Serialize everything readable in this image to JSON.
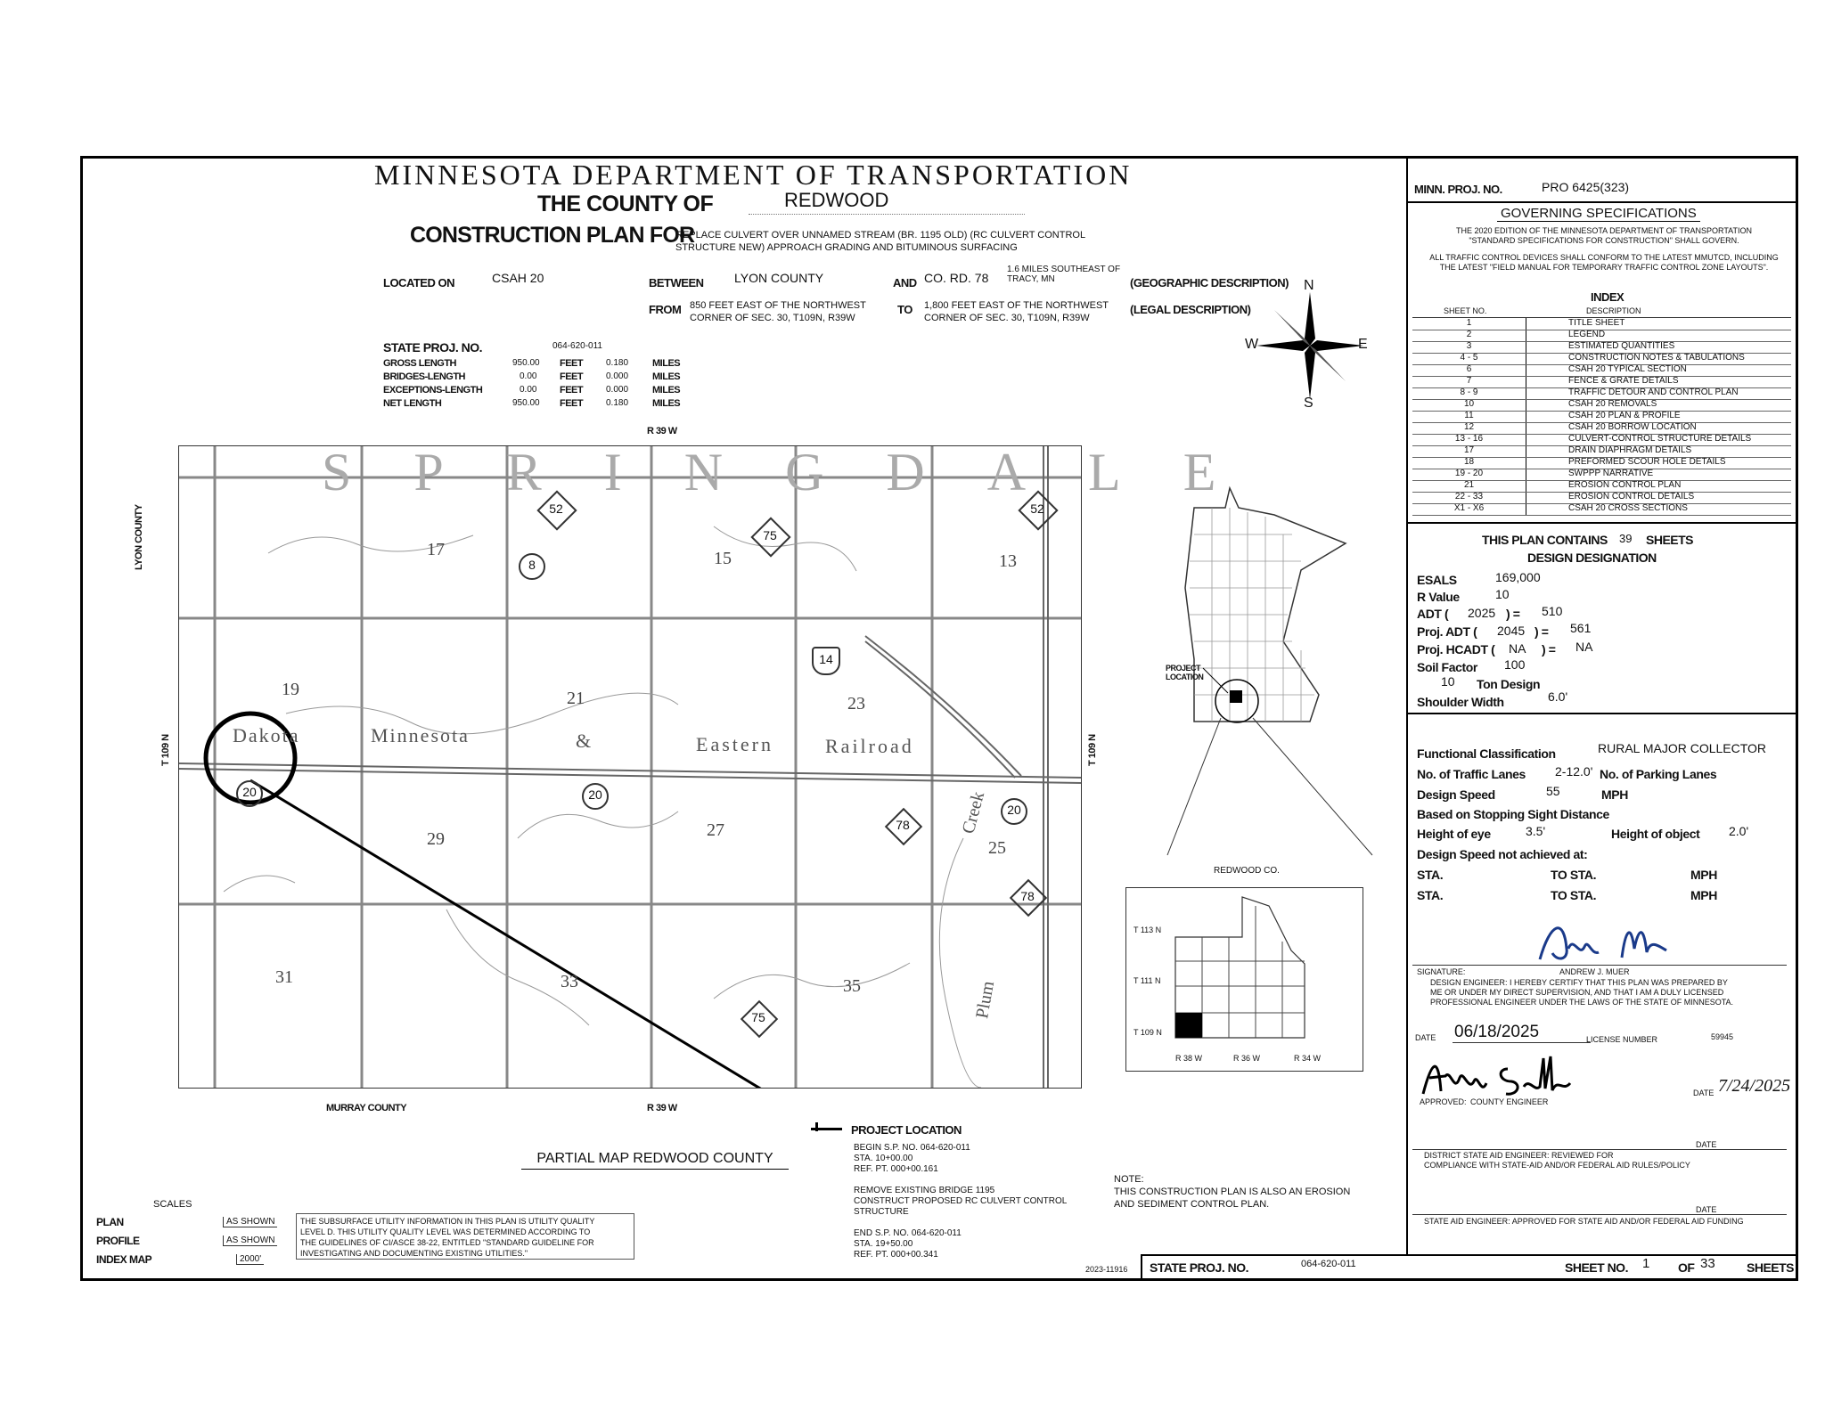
{
  "header": {
    "agency": "MINNESOTA DEPARTMENT OF TRANSPORTATION",
    "county_label": "THE COUNTY OF",
    "county": "REDWOOD",
    "plan_for_label": "CONSTRUCTION PLAN FOR",
    "plan_desc_1": "REPLACE CULVERT OVER UNNAMED STREAM (BR. 1195 OLD) (RC CULVERT CONTROL",
    "plan_desc_2": "STRUCTURE NEW) APPROACH GRADING AND BITUMINOUS SURFACING",
    "located_on_label": "LOCATED ON",
    "located_on": "CSAH 20",
    "between_label": "BETWEEN",
    "between": "LYON COUNTY",
    "and_label": "AND",
    "and_val": "CO. RD. 78",
    "geo_desc": "1.6 MILES SOUTHEAST OF TRACY, MN",
    "geo_label": "(GEOGRAPHIC DESCRIPTION)",
    "from_label": "FROM",
    "from_1": "850 FEET EAST OF THE NORTHWEST",
    "from_2": "CORNER OF SEC. 30, T109N, R39W",
    "to_label": "TO",
    "to_1": "1,800 FEET EAST OF THE NORTHWEST",
    "to_2": "CORNER OF SEC. 30, T109N, R39W",
    "legal_label": "(LEGAL DESCRIPTION)",
    "state_proj_label": "STATE PROJ. NO.",
    "state_proj": "064-620-011",
    "lengths": [
      {
        "label": "GROSS LENGTH",
        "feet": "950.00",
        "miles": "0.180"
      },
      {
        "label": "BRIDGES-LENGTH",
        "feet": "0.00",
        "miles": "0.000"
      },
      {
        "label": "EXCEPTIONS-LENGTH",
        "feet": "0.00",
        "miles": "0.000"
      },
      {
        "label": "NET LENGTH",
        "feet": "950.00",
        "miles": "0.180"
      }
    ],
    "feet_unit": "FEET",
    "miles_unit": "MILES"
  },
  "compass": {
    "n": "N",
    "s": "S",
    "e": "E",
    "w": "W"
  },
  "map": {
    "range_top": "R 39 W",
    "range_bottom": "R 39 W",
    "county_left": "LYON COUNTY",
    "county_bottom": "MURRAY COUNTY",
    "twp_left": "T 109 N",
    "twp_right": "T 109 N",
    "township_name": "SPRINGDALE",
    "railroad_words": [
      "Dakota",
      "Minnesota",
      "&",
      "Eastern",
      "Railroad"
    ],
    "creek": "Creek",
    "plum": "Plum",
    "sections": [
      "17",
      "15",
      "13",
      "19",
      "21",
      "23",
      "29",
      "27",
      "25",
      "31",
      "33",
      "35"
    ],
    "routes": [
      "52",
      "75",
      "52",
      "8",
      "14",
      "20",
      "20",
      "20",
      "78",
      "78",
      "75"
    ],
    "caption": "PARTIAL MAP REDWOOD COUNTY",
    "inset_project_location": "PROJECT LOCATION",
    "inset_county": "REDWOOD CO.",
    "inset_twps": [
      "T 113 N",
      "T 111 N",
      "T 109 N"
    ],
    "inset_ranges": [
      "R 38 W",
      "R 36 W",
      "R 34 W"
    ]
  },
  "project_location": {
    "title": "PROJECT LOCATION",
    "begin_1": "BEGIN S.P. NO. 064-620-011",
    "begin_2": "STA. 10+00.00",
    "begin_3": "REF. PT. 000+00.161",
    "remove_1": "REMOVE EXISTING BRIDGE 1195",
    "remove_2": "CONSTRUCT PROPOSED RC CULVERT CONTROL",
    "remove_3": "STRUCTURE",
    "end_1": "END S.P. NO. 064-620-011",
    "end_2": "STA. 19+50.00",
    "end_3": "REF. PT. 000+00.341"
  },
  "note": {
    "title": "NOTE:",
    "line1": "THIS CONSTRUCTION PLAN IS ALSO AN EROSION",
    "line2": "AND SEDIMENT CONTROL PLAN."
  },
  "scales": {
    "title": "SCALES",
    "rows": [
      {
        "label": "PLAN",
        "value": "AS SHOWN"
      },
      {
        "label": "PROFILE",
        "value": "AS SHOWN"
      },
      {
        "label": "INDEX MAP",
        "value": "2000'"
      }
    ]
  },
  "utility_note": [
    "THE SUBSURFACE UTILITY INFORMATION IN THIS PLAN IS UTILITY QUALITY",
    "LEVEL D. THIS UTILITY QUALITY LEVEL WAS DETERMINED ACCORDING TO",
    "THE GUIDELINES OF CI/ASCE 38-22, ENTITLED \"STANDARD GUIDELINE FOR",
    "INVESTIGATING AND DOCUMENTING EXISTING UTILITIES.\""
  ],
  "drawing_no": "2023-11916",
  "footer": {
    "state_proj_label": "STATE PROJ. NO.",
    "state_proj": "064-620-011",
    "sheet_label": "SHEET NO.",
    "sheet": "1",
    "of_label": "OF",
    "of": "33",
    "sheets_label": "SHEETS"
  },
  "right": {
    "minn_proj_label": "MINN. PROJ. NO.",
    "minn_proj": "PRO 6425(323)",
    "gov_title": "GOVERNING SPECIFICATIONS",
    "gov_1": "THE 2020 EDITION OF THE MINNESOTA DEPARTMENT OF TRANSPORTATION",
    "gov_2": "\"STANDARD SPECIFICATIONS FOR CONSTRUCTION\" SHALL GOVERN.",
    "gov_3": "ALL TRAFFIC CONTROL DEVICES SHALL CONFORM TO THE LATEST MMUTCD, INCLUDING",
    "gov_4": "THE LATEST \"FIELD MANUAL FOR TEMPORARY TRAFFIC CONTROL ZONE LAYOUTS\".",
    "index_title": "INDEX",
    "index_sheet_hdr": "SHEET NO.",
    "index_desc_hdr": "DESCRIPTION",
    "index": [
      {
        "no": "1",
        "desc": "TITLE SHEET"
      },
      {
        "no": "2",
        "desc": "LEGEND"
      },
      {
        "no": "3",
        "desc": "ESTIMATED QUANTITIES"
      },
      {
        "no": "4 - 5",
        "desc": "CONSTRUCTION NOTES & TABULATIONS"
      },
      {
        "no": "6",
        "desc": "CSAH 20 TYPICAL SECTION"
      },
      {
        "no": "7",
        "desc": "FENCE & GRATE DETAILS"
      },
      {
        "no": "8 - 9",
        "desc": "TRAFFIC DETOUR AND CONTROL PLAN"
      },
      {
        "no": "10",
        "desc": "CSAH 20 REMOVALS"
      },
      {
        "no": "11",
        "desc": "CSAH 20 PLAN & PROFILE"
      },
      {
        "no": "12",
        "desc": "CSAH 20 BORROW LOCATION"
      },
      {
        "no": "13 - 16",
        "desc": "CULVERT-CONTROL STRUCTURE DETAILS"
      },
      {
        "no": "17",
        "desc": "DRAIN DIAPHRAGM DETAILS"
      },
      {
        "no": "18",
        "desc": "PREFORMED SCOUR HOLE DETAILS"
      },
      {
        "no": "19 - 20",
        "desc": "SWPPP NARRATIVE"
      },
      {
        "no": "21",
        "desc": "EROSION CONTROL PLAN"
      },
      {
        "no": "22 - 33",
        "desc": "EROSION CONTROL DETAILS"
      },
      {
        "no": "X1 - X6",
        "desc": "CSAH 20 CROSS SECTIONS"
      }
    ],
    "contains_label": "THIS PLAN CONTAINS",
    "contains": "39",
    "sheets_label": "SHEETS",
    "design_title": "DESIGN DESIGNATION",
    "esals_label": "ESALS",
    "esals": "169,000",
    "rvalue_label": "R Value",
    "rvalue": "10",
    "adt_label": "ADT (",
    "adt_year": "2025",
    "adt_eq": ") =",
    "adt": "510",
    "projadt_label": "Proj. ADT (",
    "projadt_year": "2045",
    "projadt_eq": ") =",
    "projadt": "561",
    "hcadt_label": "Proj. HCADT (",
    "hcadt_year": "NA",
    "hcadt_eq": ") =",
    "hcadt": "NA",
    "soil_label": "Soil Factor",
    "soil": "100",
    "ton": "10",
    "ton_label": "Ton Design",
    "shoulder_label": "Shoulder Width",
    "shoulder": "6.0'",
    "func_label": "Functional Classification",
    "func": "RURAL MAJOR COLLECTOR",
    "lanes_label": "No. of Traffic Lanes",
    "lanes": "2-12.0'",
    "parking_label": "No. of Parking Lanes",
    "speed_label": "Design Speed",
    "speed": "55",
    "mph": "MPH",
    "ssd": "Based on Stopping Sight Distance",
    "eye_label": "Height of eye",
    "eye": "3.5'",
    "object_label": "Height of object",
    "object": "2.0'",
    "not_achieved": "Design Speed not achieved at:",
    "sta": "STA.",
    "to_sta": "TO STA.",
    "signature_label": "SIGNATURE:",
    "signer": "ANDREW J. MUER",
    "engineer_label": "DESIGN ENGINEER:",
    "cert_1": "I HEREBY CERTIFY THAT THIS PLAN WAS PREPARED BY",
    "cert_2": "ME OR UNDER MY DIRECT SUPERVISION, AND THAT I AM A DULY LICENSED",
    "cert_3": "PROFESSIONAL ENGINEER UNDER THE LAWS OF THE STATE OF MINNESOTA.",
    "date_label": "DATE",
    "date": "06/18/2025",
    "license_label": "LICENSE NUMBER",
    "license": "59945",
    "approved_label": "APPROVED:",
    "county_eng": "COUNTY ENGINEER",
    "approved_date": "7/24/2025",
    "dsae_label": "DISTRICT STATE AID ENGINEER:",
    "dsae_text": "REVIEWED FOR",
    "dsae_text2": "COMPLIANCE WITH STATE-AID AND/OR FEDERAL AID RULES/POLICY",
    "sae_label": "STATE AID ENGINEER:",
    "sae_text": "APPROVED FOR STATE AID AND/OR FEDERAL AID FUNDING"
  }
}
